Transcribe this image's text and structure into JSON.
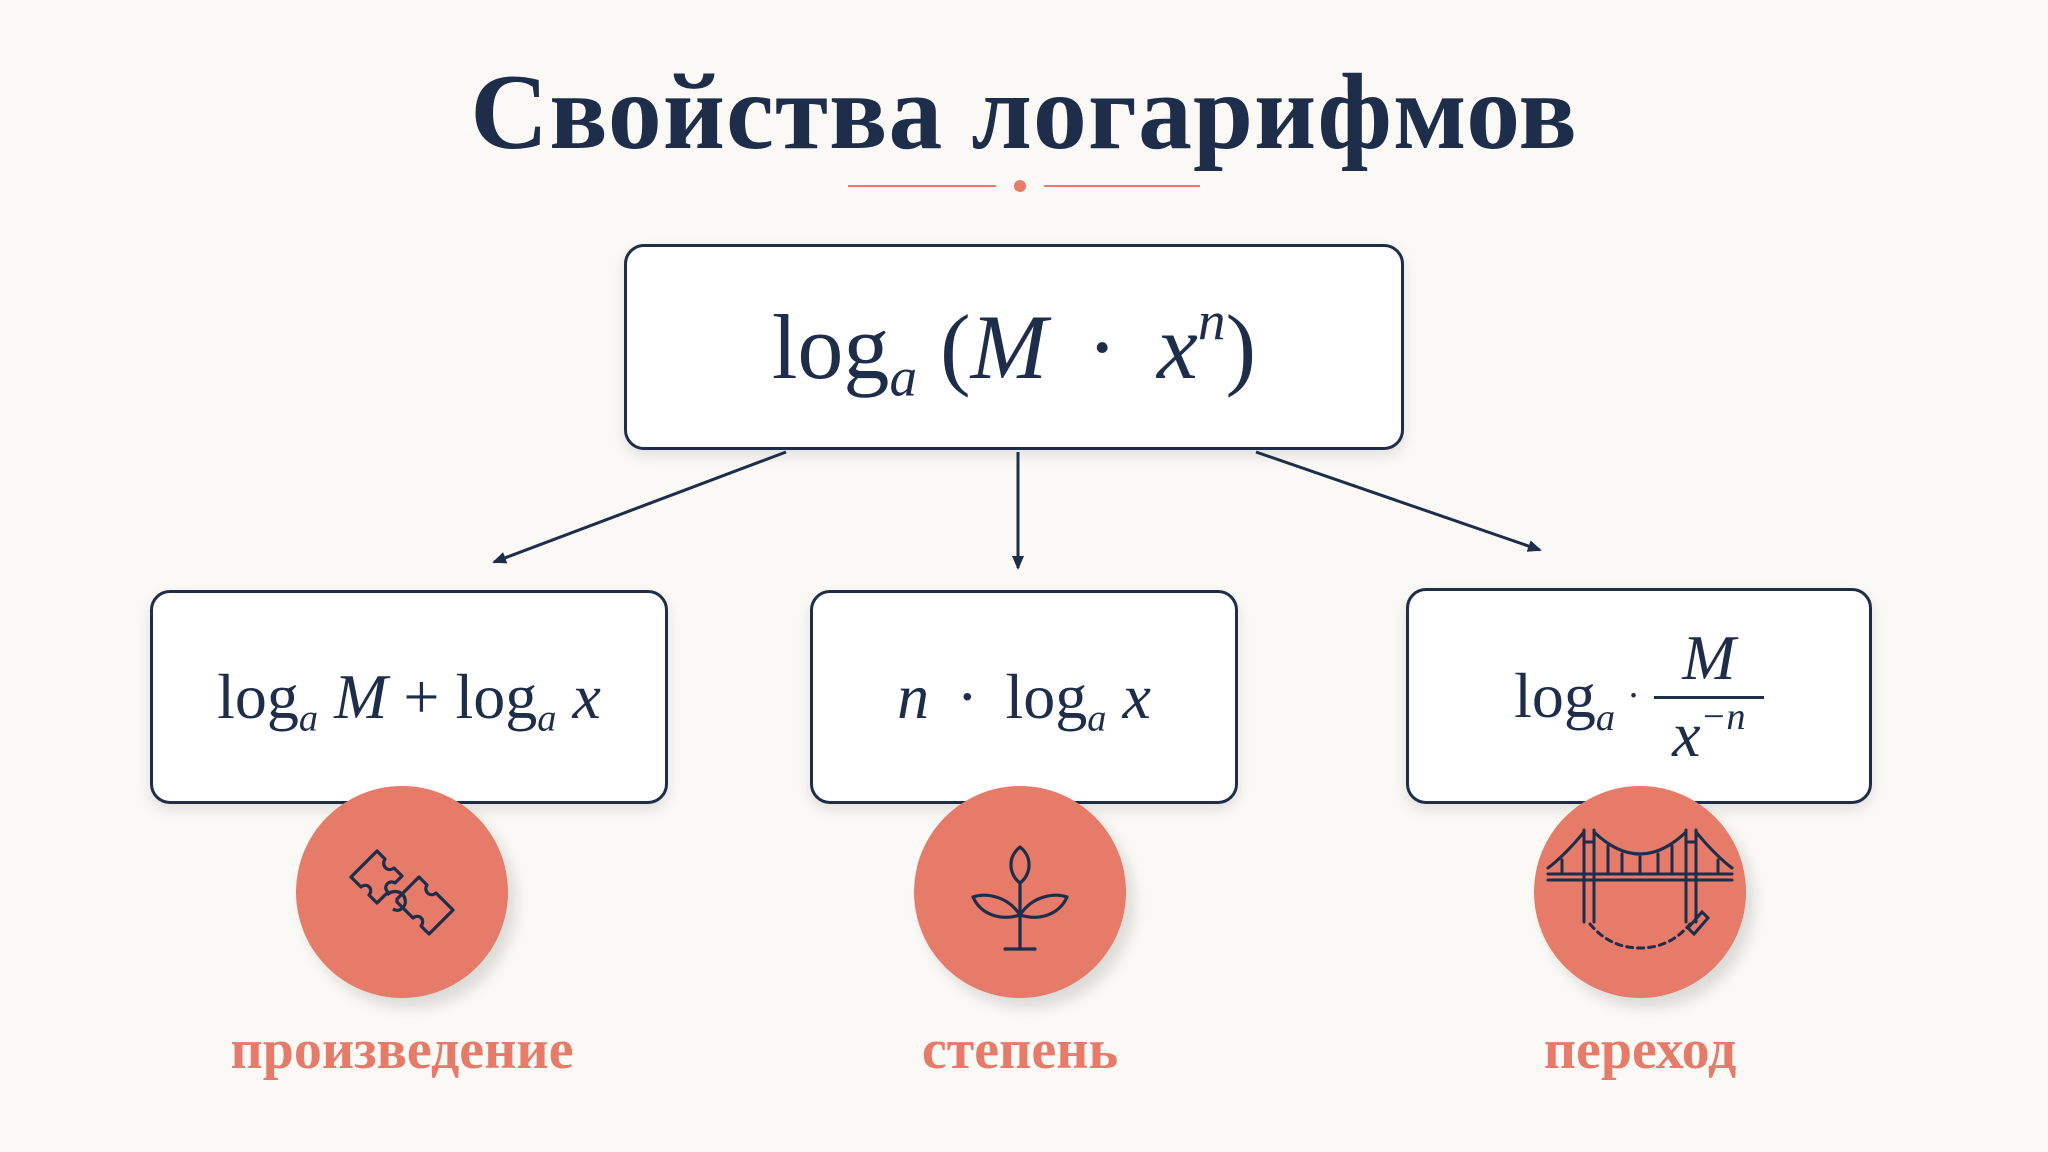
{
  "title": "Свойства логарифмов",
  "main_formula": {
    "log": "log",
    "base": "a",
    "open": "(",
    "M": "M",
    "dot": "·",
    "x": "x",
    "exp": "n",
    "close": ")"
  },
  "branches": [
    {
      "formula": {
        "log1": "log",
        "base1": "a",
        "M": "M",
        "plus": "+",
        "log2": "log",
        "base2": "a",
        "x": "x"
      },
      "icon": "puzzle-icon",
      "label": "произведение"
    },
    {
      "formula": {
        "n": "n",
        "dot": "·",
        "log": "log",
        "base": "a",
        "x": "x"
      },
      "icon": "sprout-icon",
      "label": "степень"
    },
    {
      "formula": {
        "log": "log",
        "base": "a",
        "dot": "·",
        "num": "M",
        "den_x": "x",
        "den_exp": "−n"
      },
      "icon": "bridge-icon",
      "label": "переход"
    }
  ],
  "colors": {
    "navy": "#1d2d4a",
    "accent": "#e57b68",
    "background": "#fbf9f5"
  }
}
